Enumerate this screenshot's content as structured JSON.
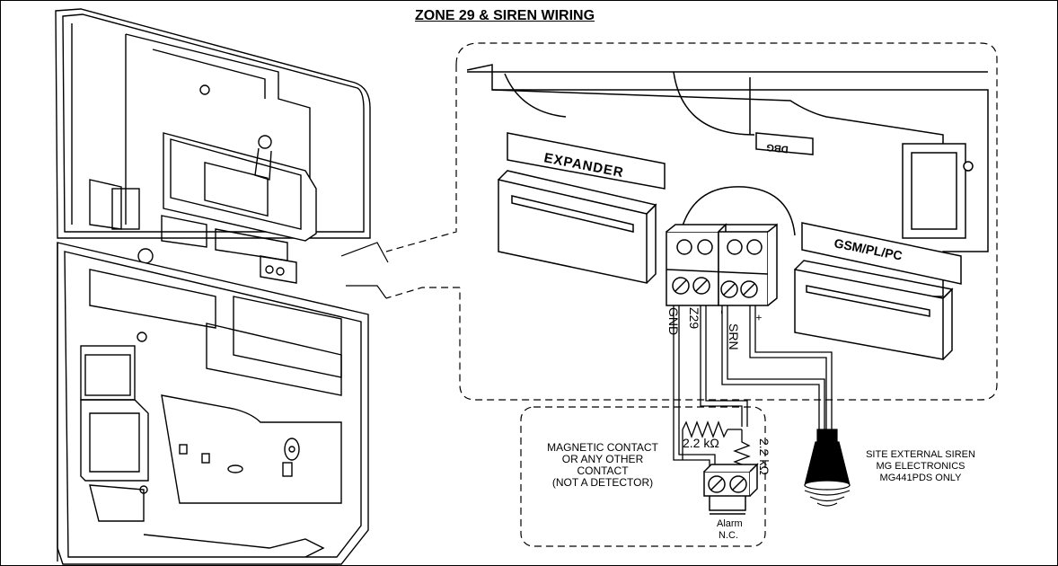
{
  "title": "ZONE 29 & SIREN WIRING",
  "connectors": {
    "expander": "EXPANDER",
    "gsm": "GSM/PL/PC",
    "dbg": "DBG"
  },
  "terminals": {
    "gnd": "GND",
    "z29": "Z29",
    "minus": "-",
    "srn": "SRN",
    "plus": "+"
  },
  "resistors": {
    "r1": "2.2 kΩ",
    "r2": "2.2 kΩ"
  },
  "contact_note": {
    "line1": "MAGNETIC CONTACT",
    "line2": "OR ANY OTHER",
    "line3": "CONTACT",
    "line4": "(NOT A DETECTOR)"
  },
  "alarm": {
    "line1": "Alarm",
    "line2": "N.C."
  },
  "siren_note": {
    "line1": "SITE EXTERNAL SIREN",
    "line2": "MG ELECTRONICS",
    "line3": "MG441PDS ONLY"
  }
}
